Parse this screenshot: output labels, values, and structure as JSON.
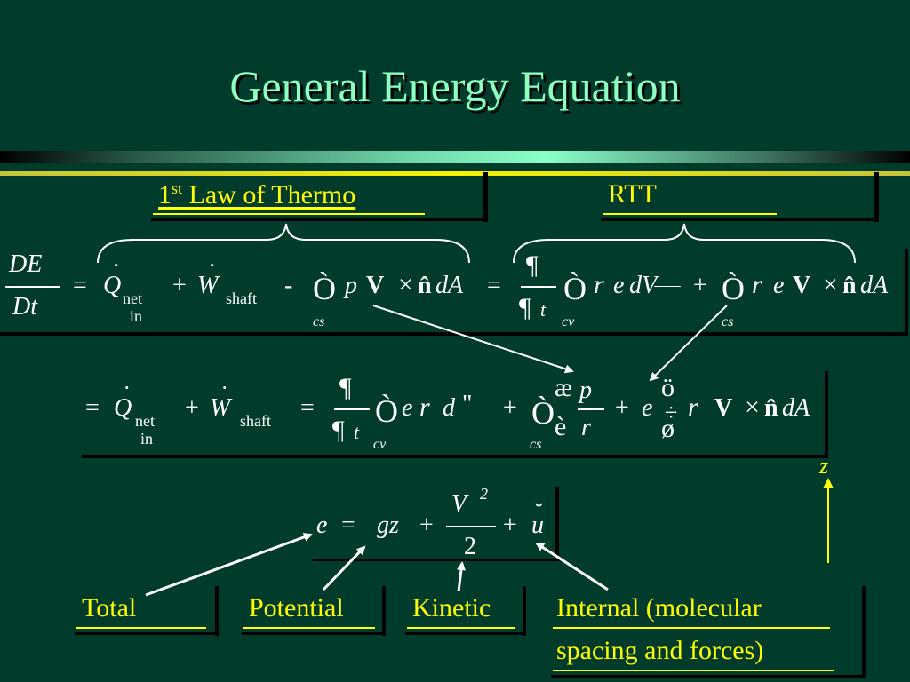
{
  "slide": {
    "title": "General Energy Equation"
  },
  "headers": {
    "first_law": "1",
    "first_law_sup": "st",
    "first_law_rest": " Law of Thermo",
    "rtt": "RTT"
  },
  "eq1": {
    "lhs_num": "DE",
    "lhs_den": "Dt",
    "eq": "=",
    "Q": "Q",
    "Q_dot": "˙",
    "net": "net",
    "in": "in",
    "plus": "+",
    "W": "W",
    "W_dot": "˙",
    "shaft": "shaft",
    "minus": "-",
    "int": "Ò",
    "cs": "cs",
    "p": "p",
    "V": "V",
    "x": "×",
    "n": "n̂",
    "dA": "dA",
    "eq2": "=",
    "partial_num": "¶",
    "partial_den": "¶",
    "t": "t",
    "int2": "Ò",
    "rho": "r",
    "e": "e",
    "dV": "dV",
    "cv": "cv",
    "plus2": "+",
    "int3": "Ò",
    "rho2": "r",
    "e2": "e",
    "V2": "V",
    "x2": "×",
    "n2": "n̂",
    "dA2": "dA",
    "cs2": "cs"
  },
  "eq2": {
    "eq": "=",
    "Q": "Q",
    "Q_dot": "˙",
    "net": "net",
    "in": "in",
    "plus": "+",
    "W": "W",
    "W_dot": "˙",
    "shaft": "shaft",
    "eq2": "=",
    "partial_num": "¶",
    "partial_den": "¶",
    "t": "t",
    "int": "Ò",
    "cv": "cv",
    "e": "e",
    "rho": "r",
    "d": "d",
    "dq": "\"",
    "plus2": "+",
    "int2": "Ò",
    "cs": "cs",
    "ae": "æ",
    "p": "p",
    "e_big": "è",
    "rho_den": "r",
    "plus3": "+",
    "e2": "e",
    "o_top": "ö",
    "o_bot": "ø",
    "rho2": "r",
    "V": "V",
    "x": "×",
    "n": "n̂",
    "dA": "dA"
  },
  "eq3": {
    "e": "e",
    "eq": "=",
    "gz": "gz",
    "plus": "+",
    "V": "V",
    "sq": "2",
    "two": "2",
    "plus2": "+",
    "u": "u",
    "u_mark": "˘"
  },
  "z_axis": "z",
  "bottom_labels": {
    "total": "Total",
    "potential": "Potential",
    "kinetic": "Kinetic",
    "internal_line1": "Internal (molecular",
    "internal_line2": "spacing and forces)"
  },
  "colors": {
    "background": "#013b2c",
    "title": "#8dffc0",
    "label": "#ffff00",
    "math": "#ffffff",
    "arrow": "#ffffff",
    "z_arrow": "#ffff00"
  }
}
